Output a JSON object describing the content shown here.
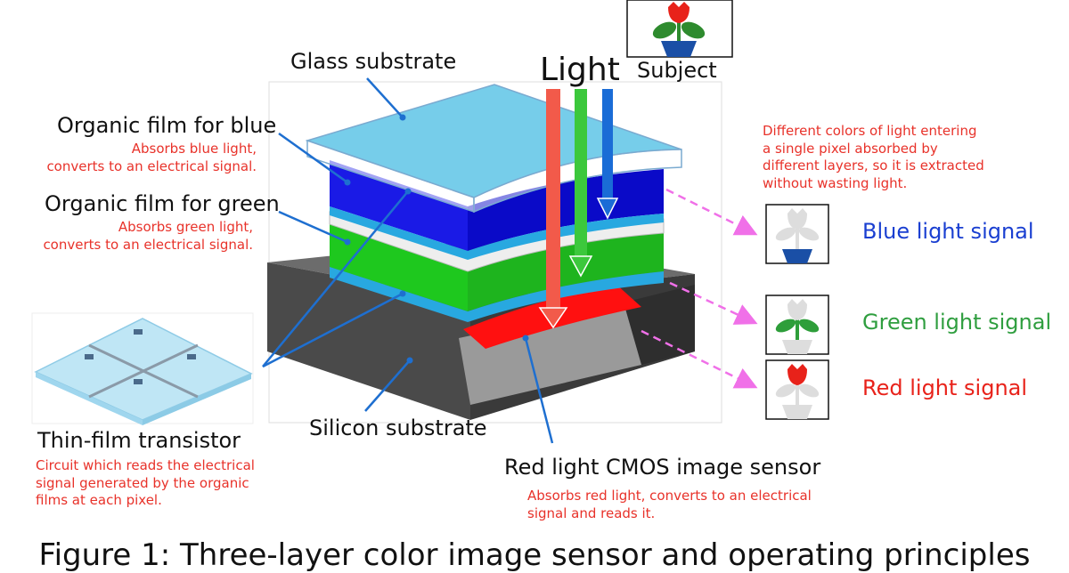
{
  "labels": {
    "glass_substrate": "Glass substrate",
    "light": "Light",
    "subject": "Subject",
    "organic_blue": "Organic film for blue",
    "organic_blue_note": "Absorbs blue light,\nconverts to an electrical signal.",
    "organic_green": "Organic film for green",
    "organic_green_note": "Absorbs green light,\nconverts to an electrical signal.",
    "tft": "Thin-film transistor",
    "tft_note": "Circuit which reads the electrical\nsignal generated by the organic\nfilms at each pixel.",
    "silicon_substrate": "Silicon substrate",
    "red_cmos": "Red light CMOS image sensor",
    "red_cmos_note": "Absorbs red light, converts to an electrical\nsignal and reads it.",
    "pixel_note": "Different colors of light entering\na single pixel absorbed by\ndifferent layers, so it is extracted\nwithout wasting light."
  },
  "signals": [
    {
      "label": "Blue light signal",
      "color": "#1a3fd1"
    },
    {
      "label": "Green light signal",
      "color": "#2f9e3f"
    },
    {
      "label": "Red light signal",
      "color": "#e8221a"
    }
  ],
  "caption": "Figure 1: Three-layer color image sensor and operating principles",
  "colors": {
    "blue_layer": "#1a1ae6",
    "green_layer": "#1ec81e",
    "red_region": "#ff1010",
    "glass": "#5ec4e6",
    "silicon_top": "#6e6e6e",
    "note_red": "#e8322a",
    "arrow_magenta": "#f070e8"
  }
}
